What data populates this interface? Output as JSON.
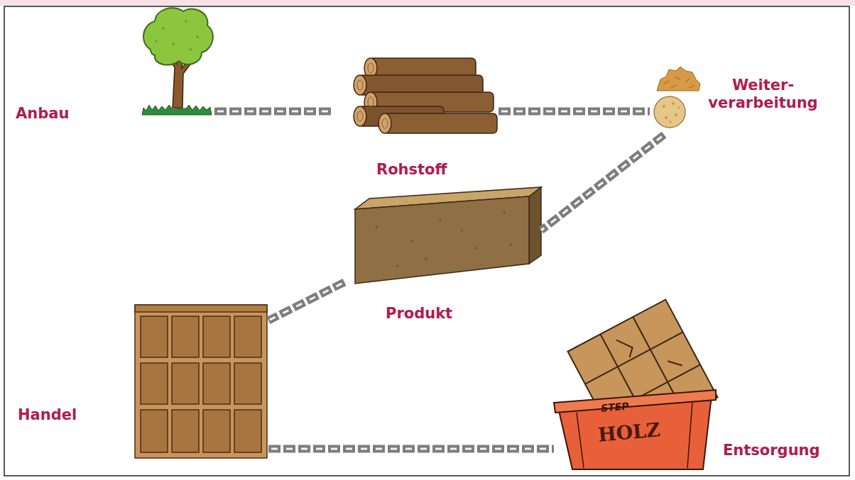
{
  "diagram": {
    "nodes": [
      {
        "text": [
          "Anbau"
        ]
      },
      {
        "text": [
          "Rohstoff"
        ]
      },
      {
        "text": [
          "Weiter- verarbeitung"
        ]
      },
      {
        "text": [
          "Produkt"
        ]
      },
      {
        "text": [
          "Handel"
        ]
      },
      {
        "text": [
          "Entsorgung"
        ]
      }
    ],
    "edges": [
      {
        "from": 0,
        "to": 1,
        "arrow": "none"
      },
      {
        "from": 1,
        "to": 2,
        "arrow": "none"
      },
      {
        "from": 2,
        "to": 3,
        "arrow": "none"
      },
      {
        "from": 3,
        "to": 4,
        "arrow": "none"
      },
      {
        "from": 4,
        "to": 5,
        "arrow": "none"
      }
    ],
    "labels": [
      "STEP",
      "HOLZ"
    ]
  }
}
